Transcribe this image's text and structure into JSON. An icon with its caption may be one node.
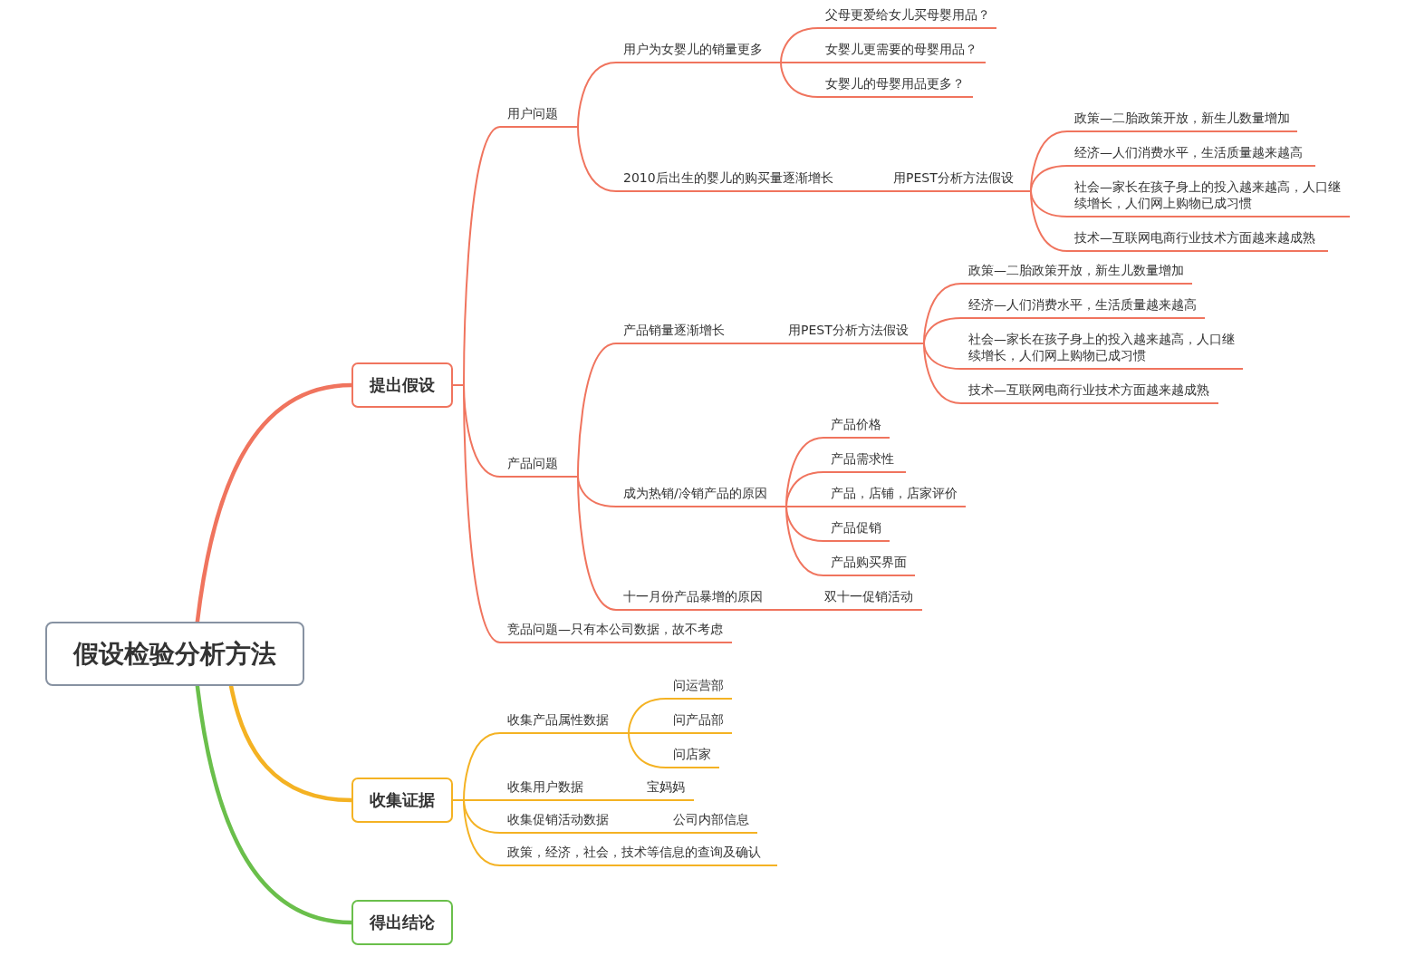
{
  "diagram": {
    "nodes": [
      {
        "text": [
          "假设检验分析方法"
        ]
      },
      {
        "text": [
          "提出假设"
        ]
      },
      {
        "text": [
          "用户问题"
        ]
      },
      {
        "text": [
          "用户为女婴儿的销量更多"
        ]
      },
      {
        "text": [
          "父母更爱给女儿买母婴用品？"
        ]
      },
      {
        "text": [
          "女婴儿更需要的母婴用品？"
        ]
      },
      {
        "text": [
          "女婴儿的母婴用品更多？"
        ]
      },
      {
        "text": [
          "2010后出生的婴儿的购买量逐渐增长"
        ]
      },
      {
        "text": [
          "用PEST分析方法假设"
        ]
      },
      {
        "text": [
          "政策—二胎政策开放，新生儿数量增加"
        ]
      },
      {
        "text": [
          "经济—人们消费水平，生活质量越来越高"
        ]
      },
      {
        "text": [
          "社会—家长在孩子身上的投入越来越高，人口继续增长，人们网上购物已成习惯"
        ]
      },
      {
        "text": [
          "技术—互联网电商行业技术方面越来越成熟"
        ]
      },
      {
        "text": [
          "产品问题"
        ]
      },
      {
        "text": [
          "产品销量逐渐增长"
        ]
      },
      {
        "text": [
          "用PEST分析方法假设"
        ]
      },
      {
        "text": [
          "政策—二胎政策开放，新生儿数量增加"
        ]
      },
      {
        "text": [
          "经济—人们消费水平，生活质量越来越高"
        ]
      },
      {
        "text": [
          "社会—家长在孩子身上的投入越来越高，人口继续增长，人们网上购物已成习惯"
        ]
      },
      {
        "text": [
          "技术—互联网电商行业技术方面越来越成熟"
        ]
      },
      {
        "text": [
          "成为热销/冷销产品的原因"
        ]
      },
      {
        "text": [
          "产品价格"
        ]
      },
      {
        "text": [
          "产品需求性"
        ]
      },
      {
        "text": [
          "产品，店铺，店家评价"
        ]
      },
      {
        "text": [
          "产品促销"
        ]
      },
      {
        "text": [
          "产品购买界面"
        ]
      },
      {
        "text": [
          "十一月份产品暴增的原因"
        ]
      },
      {
        "text": [
          "双十一促销活动"
        ]
      },
      {
        "text": [
          "竞品问题—只有本公司数据，故不考虑"
        ]
      },
      {
        "text": [
          "收集证据"
        ]
      },
      {
        "text": [
          "收集产品属性数据"
        ]
      },
      {
        "text": [
          "问运营部"
        ]
      },
      {
        "text": [
          "问产品部"
        ]
      },
      {
        "text": [
          "问店家"
        ]
      },
      {
        "text": [
          "收集用户数据"
        ]
      },
      {
        "text": [
          "宝妈妈"
        ]
      },
      {
        "text": [
          "收集促销活动数据"
        ]
      },
      {
        "text": [
          "公司内部信息"
        ]
      },
      {
        "text": [
          "政策，经济，社会，技术等信息的查询及确认"
        ]
      },
      {
        "text": [
          "得出结论"
        ]
      }
    ],
    "edges": [
      {
        "from": 0,
        "to": 1,
        "arrow": "none",
        "style": "thick"
      },
      {
        "from": 1,
        "to": 2,
        "arrow": "none"
      },
      {
        "from": 2,
        "to": 3,
        "arrow": "none"
      },
      {
        "from": 3,
        "to": 4,
        "arrow": "none"
      },
      {
        "from": 3,
        "to": 5,
        "arrow": "none"
      },
      {
        "from": 3,
        "to": 6,
        "arrow": "none"
      },
      {
        "from": 2,
        "to": 7,
        "arrow": "none"
      },
      {
        "from": 7,
        "to": 8,
        "arrow": "none"
      },
      {
        "from": 8,
        "to": 9,
        "arrow": "none"
      },
      {
        "from": 8,
        "to": 10,
        "arrow": "none"
      },
      {
        "from": 8,
        "to": 11,
        "arrow": "none"
      },
      {
        "from": 8,
        "to": 12,
        "arrow": "none"
      },
      {
        "from": 1,
        "to": 13,
        "arrow": "none"
      },
      {
        "from": 13,
        "to": 14,
        "arrow": "none"
      },
      {
        "from": 14,
        "to": 15,
        "arrow": "none"
      },
      {
        "from": 15,
        "to": 16,
        "arrow": "none"
      },
      {
        "from": 15,
        "to": 17,
        "arrow": "none"
      },
      {
        "from": 15,
        "to": 18,
        "arrow": "none"
      },
      {
        "from": 15,
        "to": 19,
        "arrow": "none"
      },
      {
        "from": 13,
        "to": 20,
        "arrow": "none"
      },
      {
        "from": 20,
        "to": 21,
        "arrow": "none"
      },
      {
        "from": 20,
        "to": 22,
        "arrow": "none"
      },
      {
        "from": 20,
        "to": 23,
        "arrow": "none"
      },
      {
        "from": 20,
        "to": 24,
        "arrow": "none"
      },
      {
        "from": 20,
        "to": 25,
        "arrow": "none"
      },
      {
        "from": 13,
        "to": 26,
        "arrow": "none"
      },
      {
        "from": 26,
        "to": 27,
        "arrow": "none"
      },
      {
        "from": 1,
        "to": 28,
        "arrow": "none"
      },
      {
        "from": 0,
        "to": 29,
        "arrow": "none",
        "style": "thick",
        "color": "#f4b223"
      },
      {
        "from": 29,
        "to": 30,
        "arrow": "none",
        "color": "#f4b223"
      },
      {
        "from": 30,
        "to": 31,
        "arrow": "none",
        "color": "#f4b223"
      },
      {
        "from": 30,
        "to": 32,
        "arrow": "none",
        "color": "#f4b223"
      },
      {
        "from": 30,
        "to": 33,
        "arrow": "none",
        "color": "#f4b223"
      },
      {
        "from": 29,
        "to": 34,
        "arrow": "none",
        "color": "#f4b223"
      },
      {
        "from": 34,
        "to": 35,
        "arrow": "none",
        "color": "#f4b223"
      },
      {
        "from": 29,
        "to": 36,
        "arrow": "none",
        "color": "#f4b223"
      },
      {
        "from": 36,
        "to": 37,
        "arrow": "none",
        "color": "#f4b223"
      },
      {
        "from": 29,
        "to": 38,
        "arrow": "none",
        "color": "#f4b223"
      },
      {
        "from": 0,
        "to": 39,
        "arrow": "none",
        "style": "thick",
        "color": "#6abf4b"
      }
    ]
  }
}
